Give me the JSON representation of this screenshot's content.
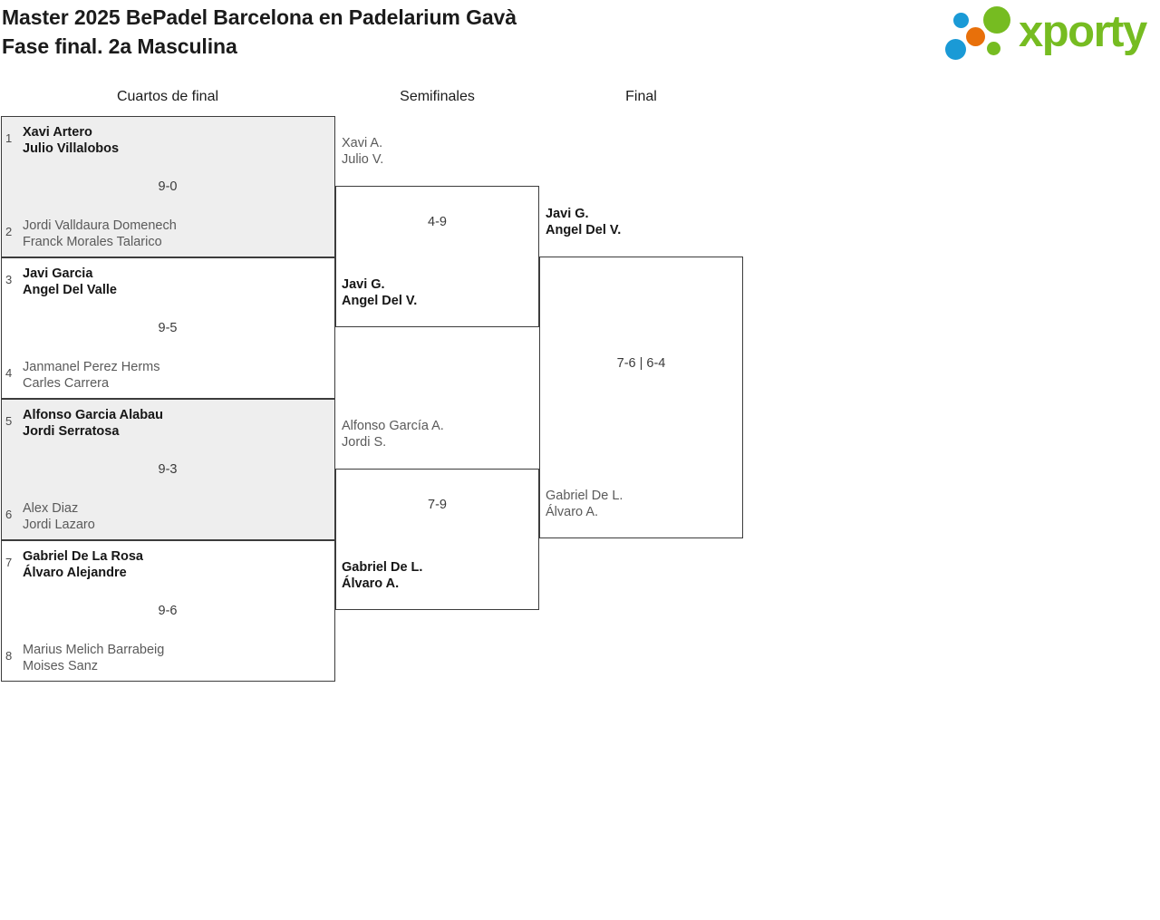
{
  "header": {
    "title": "Master 2025 BePadel Barcelona en Padelarium Gavà\nFase final. 2a Masculina",
    "logo": {
      "wordmark": "xporty",
      "dot_colors": [
        "#1a9ad6",
        "#e8700a",
        "#1a9ad6",
        "#76bc21",
        "#76bc21"
      ],
      "green": "#76bc21",
      "blue": "#1a9ad6",
      "orange": "#e8700a"
    }
  },
  "rounds": [
    {
      "label": "Cuartos de final"
    },
    {
      "label": "Semifinales"
    },
    {
      "label": "Final"
    }
  ],
  "bracket": {
    "quarterfinals": [
      {
        "score": "9-0",
        "top": {
          "seed": "1",
          "line1": "Xavi Artero",
          "line2": "Julio Villalobos",
          "result": "winner"
        },
        "bottom": {
          "seed": "2",
          "line1": "Jordi Valldaura Domenech",
          "line2": "Franck Morales Talarico",
          "result": "loser"
        }
      },
      {
        "score": "9-5",
        "top": {
          "seed": "3",
          "line1": "Javi Garcia",
          "line2": "Angel Del Valle",
          "result": "winner"
        },
        "bottom": {
          "seed": "4",
          "line1": "Janmanel Perez Herms",
          "line2": "Carles Carrera",
          "result": "loser"
        }
      },
      {
        "score": "9-3",
        "top": {
          "seed": "5",
          "line1": "Alfonso Garcia Alabau",
          "line2": "Jordi Serratosa",
          "result": "winner"
        },
        "bottom": {
          "seed": "6",
          "line1": "Alex Diaz",
          "line2": "Jordi Lazaro",
          "result": "loser"
        }
      },
      {
        "score": "9-6",
        "top": {
          "seed": "7",
          "line1": "Gabriel De La Rosa",
          "line2": "Álvaro Alejandre",
          "result": "winner"
        },
        "bottom": {
          "seed": "8",
          "line1": "Marius Melich Barrabeig",
          "line2": "Moises Sanz",
          "result": "loser"
        }
      }
    ],
    "semifinals": [
      {
        "score": "4-9",
        "top": {
          "line1": "Xavi A.",
          "line2": "Julio V.",
          "result": "loser"
        },
        "bottom": {
          "line1": "Javi G.",
          "line2": "Angel Del V.",
          "result": "winner"
        }
      },
      {
        "score": "7-9",
        "top": {
          "line1": "Alfonso García A.",
          "line2": "Jordi S.",
          "result": "loser"
        },
        "bottom": {
          "line1": "Gabriel De L.",
          "line2": "Álvaro A.",
          "result": "winner"
        }
      }
    ],
    "final": [
      {
        "score": "7-6 | 6-4",
        "top": {
          "line1": "Javi G.",
          "line2": "Angel Del V.",
          "result": "winner"
        },
        "bottom": {
          "line1": "Gabriel De L.",
          "line2": "Álvaro A.",
          "result": "loser"
        }
      }
    ]
  }
}
